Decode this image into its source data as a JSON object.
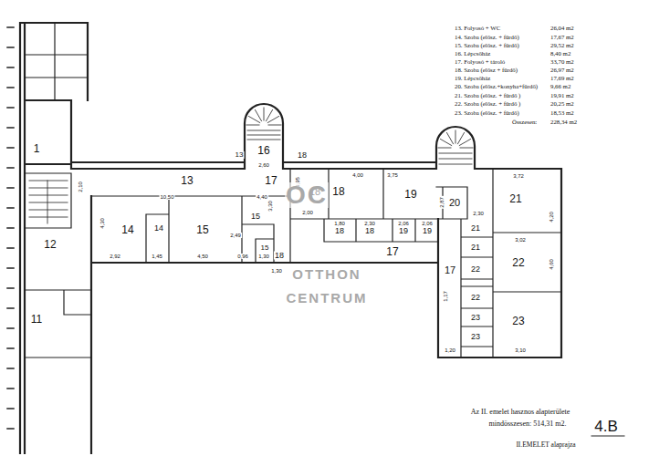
{
  "diagram": {
    "nodes": [
      {
        "text": [
          "1"
        ]
      },
      {
        "text": [
          "12"
        ]
      },
      {
        "text": [
          "11"
        ]
      },
      {
        "text": [
          "13"
        ]
      },
      {
        "text": [
          "13"
        ]
      },
      {
        "text": [
          "14"
        ]
      },
      {
        "text": [
          "14"
        ]
      },
      {
        "text": [
          "15"
        ]
      },
      {
        "text": [
          "15"
        ]
      },
      {
        "text": [
          "15"
        ]
      },
      {
        "text": [
          "16"
        ]
      },
      {
        "text": [
          "17"
        ]
      },
      {
        "text": [
          "18"
        ]
      },
      {
        "text": [
          "18"
        ]
      },
      {
        "text": [
          "18"
        ]
      },
      {
        "text": [
          "18"
        ]
      },
      {
        "text": [
          "18"
        ]
      },
      {
        "text": [
          "18"
        ]
      },
      {
        "text": [
          "17"
        ]
      },
      {
        "text": [
          "19"
        ]
      },
      {
        "text": [
          "19"
        ]
      },
      {
        "text": [
          "19"
        ]
      },
      {
        "text": [
          "20"
        ]
      },
      {
        "text": [
          "21"
        ]
      },
      {
        "text": [
          "21"
        ]
      },
      {
        "text": [
          "21"
        ]
      },
      {
        "text": [
          "17"
        ]
      },
      {
        "text": [
          "22"
        ]
      },
      {
        "text": [
          "22"
        ]
      },
      {
        "text": [
          "22"
        ]
      },
      {
        "text": [
          "23"
        ]
      },
      {
        "text": [
          "23"
        ]
      },
      {
        "text": [
          "23"
        ]
      }
    ],
    "labels": [
      "13. Folyosó + WC",
      "26,04 m2",
      "14. Szoba (elősz. + fürdő)",
      "17,67 m2",
      "15. Szoba (elősz. + fürdő)",
      "29,52 m2",
      "16. Lépcsőház",
      "8,40 m2",
      "17. Folyosó + tároló",
      "33,70 m2",
      "18. Szoba (elősz + fürdő)",
      "26,97 m2",
      "19. Lépcsőház",
      "17,69 m2",
      "20. Szoba (elősz.+konyha+fürdő)",
      "9,66 m2",
      "21. Szoba (elősz. + fürdő )",
      "19,91 m2",
      "22. Szoba (elősz. + fürdő )",
      "20,25 m2",
      "23. Szoba (elősz. + fürdő)",
      "18,53 m2",
      "Összesen:",
      "228,34 m2",
      "2,10",
      "10,50",
      "4,40",
      "2,60",
      "4,30",
      "2,92",
      "1,45",
      "4,50",
      "2,49",
      "3,30",
      "0,96",
      "1,30",
      "1,30",
      "3,95",
      "4,00",
      "3,75",
      "2,00",
      "1,80",
      "2,30",
      "2,06",
      "2,06",
      "2,87",
      "2,30",
      "3,72",
      "4,20",
      "3,02",
      "4,60",
      "1,17",
      "3,10",
      "1,20",
      "OC",
      "OTTHON",
      "CENTRUM",
      "Az II. emelet hasznos alapterülete",
      "mindösszesen: 514,31 m2.",
      "4.B",
      "II.EMELET alaprajza"
    ]
  }
}
